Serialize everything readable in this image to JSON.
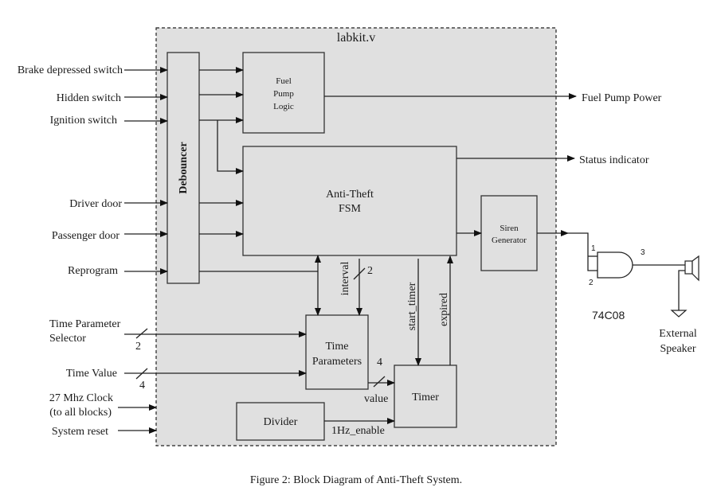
{
  "module": {
    "title": "labkit.v",
    "background": "#e0e0e0"
  },
  "inputs": {
    "brake": "Brake depressed switch",
    "hidden": "Hidden switch",
    "ignition": "Ignition switch",
    "driver_door": "Driver door",
    "passenger_door": "Passenger door",
    "reprogram": "Reprogram",
    "time_param_selector_1": "Time Parameter",
    "time_param_selector_2": "Selector",
    "time_param_selector_width": "2",
    "time_value": "Time Value",
    "time_value_width": "4",
    "clock_1": "27 Mhz Clock",
    "clock_2": "(to all blocks)",
    "reset": "System reset"
  },
  "outputs": {
    "fuel_pump_power": "Fuel Pump Power",
    "status_indicator": "Status indicator"
  },
  "blocks": {
    "debouncer": "Debouncer",
    "fuel_pump_1": "Fuel",
    "fuel_pump_2": "Pump",
    "fuel_pump_3": "Logic",
    "fsm_1": "Anti-Theft",
    "fsm_2": "FSM",
    "siren_1": "Siren",
    "siren_2": "Generator",
    "time_params_1": "Time",
    "time_params_2": "Parameters",
    "timer": "Timer",
    "divider": "Divider"
  },
  "signals": {
    "interval": "interval",
    "interval_width": "2",
    "start_timer": "start_timer",
    "expired": "expired",
    "value": "value",
    "value_width": "4",
    "one_hz": "1Hz_enable"
  },
  "external": {
    "gate_part": "74C08",
    "pin1": "1",
    "pin2": "2",
    "pin3": "3",
    "speaker_1": "External",
    "speaker_2": "Speaker"
  },
  "caption": "Figure 2: Block Diagram of Anti-Theft System."
}
